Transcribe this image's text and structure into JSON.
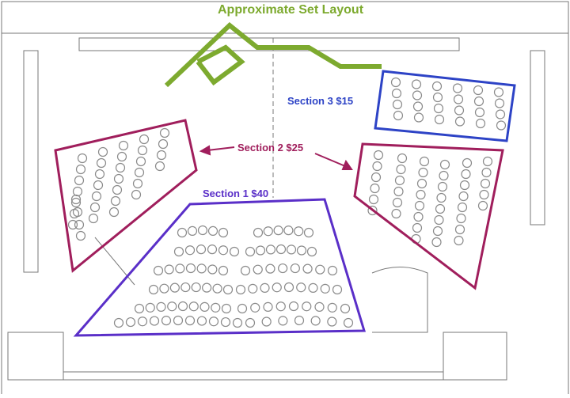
{
  "title": "Approximate Set Layout",
  "sections": [
    {
      "id": "section-1",
      "label": "Section 1 $40",
      "color": "#5a2fc8"
    },
    {
      "id": "section-2",
      "label": "Section 2 $25",
      "color": "#a01e5c"
    },
    {
      "id": "section-3",
      "label": "Section 3 $15",
      "color": "#2d43c6"
    }
  ],
  "colors": {
    "set": "#7daa2f",
    "wall": "#777777",
    "seat": "#8a8a8a"
  }
}
